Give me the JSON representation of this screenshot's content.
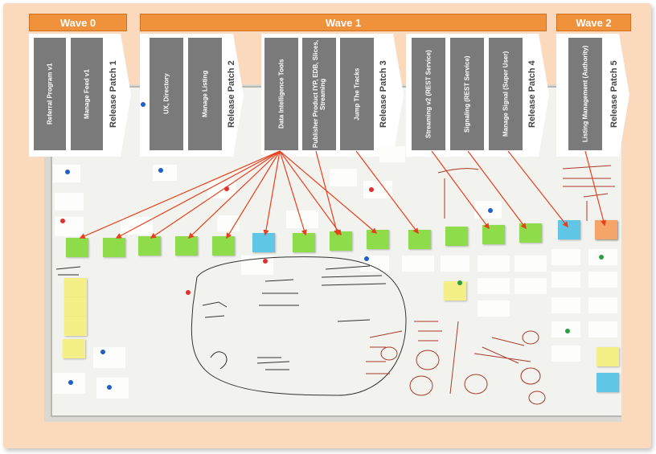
{
  "waves": [
    {
      "label": "Wave 0"
    },
    {
      "label": "Wave 1"
    },
    {
      "label": "Wave 2"
    }
  ],
  "releases": [
    {
      "label": "Release Patch 1",
      "features": [
        "Referral Program v1",
        "Manage Feed v1"
      ]
    },
    {
      "label": "Release Patch 2",
      "features": [
        "UX, Directory",
        "Manage Listing"
      ]
    },
    {
      "label": "Release Patch 3",
      "features": [
        "Data Intelligence Tools",
        "Publisher Product IYP, EDB, Slices, Streaming",
        "Jump The Tracks"
      ]
    },
    {
      "label": "Release Patch 4",
      "features": [
        "Streaming v2 (REST Service)",
        "Signaling (REST Service)",
        "Manage Signal (Super User)"
      ]
    },
    {
      "label": "Release Patch 5",
      "features": [
        "Listing Management (Authority)"
      ]
    }
  ],
  "colors": {
    "frame": "#fbd9bc",
    "wave_bar": "#f0923b",
    "feature_box": "#7a7a7a",
    "arrow": "#e8401c",
    "sticky_green": "#8fdc4a",
    "sticky_blue": "#5fc6e6",
    "sticky_orange": "#f5a56a",
    "sticky_yellow": "#f4ef86"
  },
  "board_notes": {
    "sticky_row": [
      "green",
      "green",
      "green",
      "green",
      "green",
      "blue",
      "green",
      "green",
      "green",
      "green",
      "green",
      "green",
      "green",
      "blue",
      "orange",
      "orange"
    ],
    "left_column": [
      "yellow",
      "yellow",
      "yellow",
      "yellow"
    ]
  }
}
